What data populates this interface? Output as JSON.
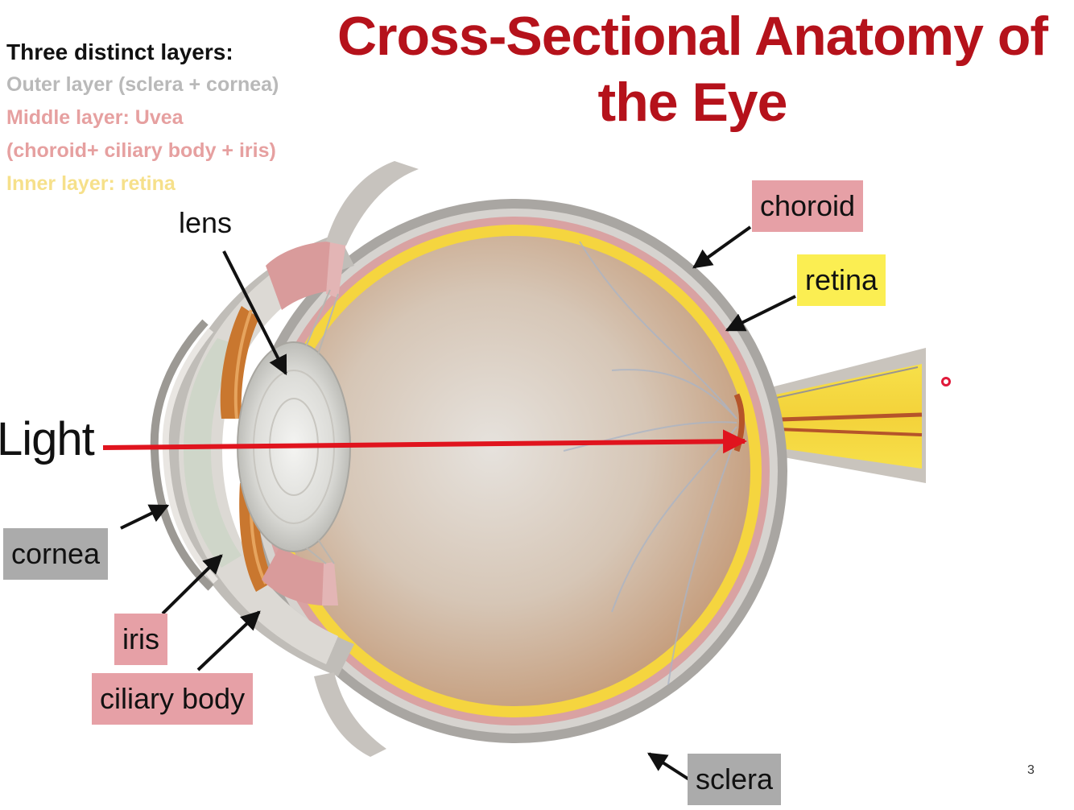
{
  "title": {
    "line1": "Cross-Sectional Anatomy of",
    "line2": "the Eye"
  },
  "legend": {
    "heading": "Three distinct layers:",
    "outer": "Outer layer (sclera + cornea)",
    "middle": "Middle layer: Uvea",
    "middle_detail": "(choroid+ ciliary body + iris)",
    "inner": "Inner layer: retina"
  },
  "labels": {
    "lens": "lens",
    "light": "Light",
    "choroid": "choroid",
    "retina": "retina",
    "cornea": "cornea",
    "iris": "iris",
    "ciliary_body": "ciliary body",
    "sclera": "sclera"
  },
  "page_number": "3",
  "colors": {
    "title": "#b5121b",
    "uvea_label": "#e6a0a6",
    "retina_label": "#fbee52",
    "outer_label": "#ababab",
    "light_arrow": "#e0141e"
  }
}
